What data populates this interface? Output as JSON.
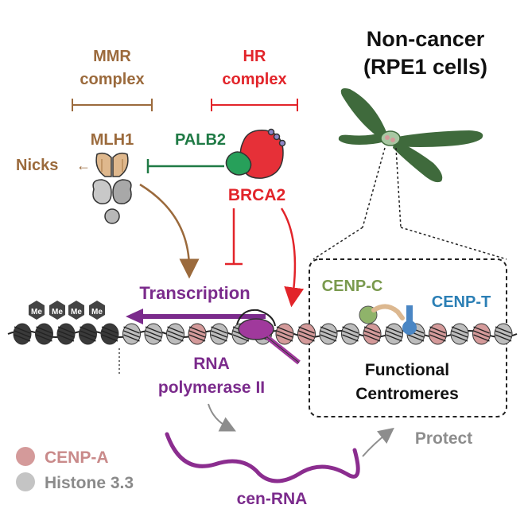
{
  "title": {
    "line1": "Non-cancer",
    "line2": "(RPE1 cells)"
  },
  "complexes": {
    "mmr_line1": "MMR",
    "mmr_line2": "complex",
    "hr_line1": "HR",
    "hr_line2": "complex"
  },
  "proteins": {
    "mlh1": "MLH1",
    "palb2": "PALB2",
    "brca2": "BRCA2",
    "cenp_c": "CENP-C",
    "cenp_t": "CENP-T"
  },
  "labels": {
    "nicks": "Nicks",
    "nicks_arrow": "←",
    "transcription": "Transcription",
    "methyl": "Me",
    "rnap_line1": "RNA",
    "rnap_line2": "polymerase II",
    "cen_rna": "cen-RNA",
    "protect": "Protect",
    "functional_line1": "Functional",
    "functional_line2": "Centromeres"
  },
  "legend": [
    {
      "label": "CENP-A",
      "color": "#d49a9a",
      "text_color": "#c98a8a"
    },
    {
      "label": "Histone 3.3",
      "color": "#c4c4c4",
      "text_color": "#8a8a8a"
    }
  ],
  "colors": {
    "mmr": "#9b6a3c",
    "hr": "#e2242a",
    "palb2": "#1f7a45",
    "transcription": "#7b2b8c",
    "cenp_c": "#7a9a4e",
    "cenp_t": "#2b7fb5",
    "chromosome": "#3f6a3c",
    "protect": "#8d8d8d"
  }
}
